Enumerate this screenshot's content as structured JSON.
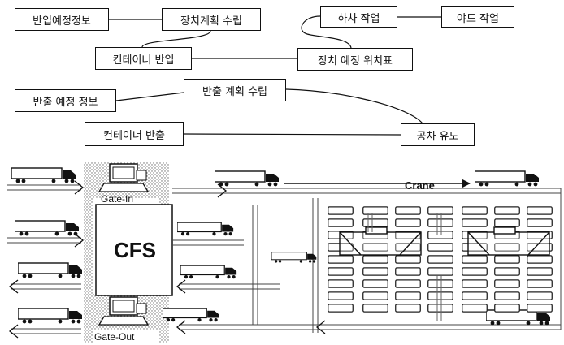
{
  "flow": {
    "inbound_schedule": "반입예정정보",
    "device_plan": "장치계획 수립",
    "unloading": "하차 작업",
    "yard_work": "야드 작업",
    "container_in": "컨테이너 반입",
    "device_location": "장치 예정 위치표",
    "outbound_schedule": "반출 예정 정보",
    "outbound_plan": "반출 계획 수립",
    "container_out": "컨테이너 반출",
    "empty_guidance": "공차 유도"
  },
  "terminal": {
    "gate_in": "Gate-In",
    "gate_out": "Gate-Out",
    "cfs": "CFS",
    "crane": "Crane"
  }
}
